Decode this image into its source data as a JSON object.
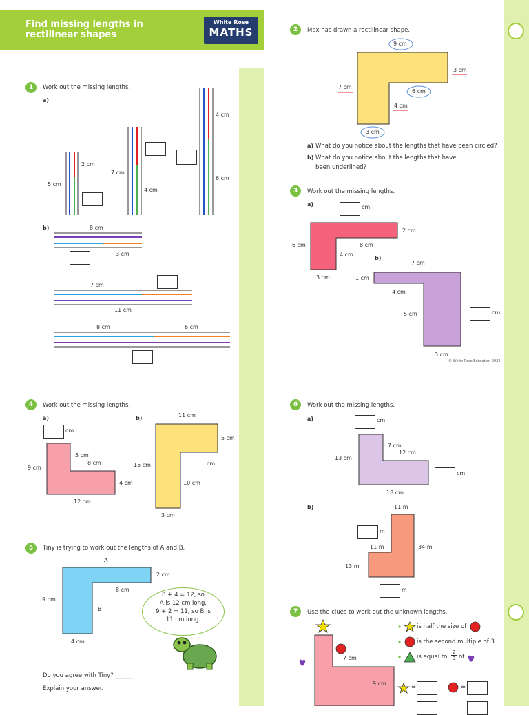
{
  "header": {
    "title_line1": "Find missing lengths in",
    "title_line2": "rectilinear shapes",
    "logo_line1": "White Rose",
    "logo_line2": "MATHS"
  },
  "copyright": "© White Rose Education 2022",
  "colors": {
    "green": "#a3cf3a",
    "strip": "#dff0b1",
    "pink": "#f4637b",
    "yellow": "#fde17a",
    "blue": "#7fd4f5",
    "lilac": "#dcc6e8",
    "purple": "#c8a2d8",
    "salmon": "#f79a7d",
    "lightpink": "#f7a0aa"
  },
  "icons": [
    "check-circle-icon",
    "star-icon",
    "red-circle-icon",
    "green-triangle-icon",
    "purple-heart-icon",
    "tortoise-icon",
    "thought-badge-icon"
  ],
  "q1": {
    "num": "1",
    "text": "Work out the missing lengths.",
    "a": "a)",
    "b": "b)",
    "a_labels": [
      "2 cm",
      "5 cm",
      "7 cm",
      "4 cm",
      "4 cm",
      "6 cm"
    ],
    "b_labels": [
      "8 cm",
      "3 cm",
      "7 cm",
      "11 cm",
      "8 cm",
      "6 cm"
    ]
  },
  "q2": {
    "num": "2",
    "text": "Max has drawn a rectilinear shape.",
    "labels": [
      "9 cm",
      "3 cm",
      "7 cm",
      "6 cm",
      "4 cm",
      "3 cm"
    ],
    "qa_label": "a)",
    "qa": "What do you notice about the lengths that have been circled?",
    "qb_label": "b)",
    "qb1": "What do you notice about the lengths that have",
    "qb2": "been underlined?"
  },
  "q3": {
    "num": "3",
    "text": "Work out the missing lengths.",
    "a": "a)",
    "b": "b)",
    "a_labels": [
      "cm",
      "2 cm",
      "6 cm",
      "8 cm",
      "4 cm",
      "3 cm"
    ],
    "b_labels": [
      "7 cm",
      "1 cm",
      "4 cm",
      "5 cm",
      "cm",
      "3 cm"
    ]
  },
  "q4": {
    "num": "4",
    "text": "Work out the missing lengths.",
    "a": "a)",
    "b": "b)",
    "a_labels": [
      "cm",
      "5 cm",
      "9 cm",
      "8 cm",
      "4 cm",
      "12 cm"
    ],
    "b_labels": [
      "11 cm",
      "5 cm",
      "15 cm",
      "cm",
      "10 cm",
      "3 cm"
    ]
  },
  "q5": {
    "num": "5",
    "text": "Tiny is trying to work out the lengths of A and B.",
    "labels": [
      "A",
      "2 cm",
      "9 cm",
      "8 cm",
      "B",
      "4 cm"
    ],
    "bubble1": "8 + 4 = 12, so",
    "bubble2": "A is 12 cm long.",
    "bubble3": "9 + 2 = 11, so B is",
    "bubble4": "11 cm long.",
    "agree": "Do you agree with Tiny? ______",
    "explain": "Explain your answer."
  },
  "q6": {
    "num": "6",
    "text": "Work out the missing lengths.",
    "a": "a)",
    "b": "b)",
    "a_labels": [
      "cm",
      "7 cm",
      "12 cm",
      "13 cm",
      "cm",
      "18 cm"
    ],
    "b_labels": [
      "11 m",
      "m",
      "11 m",
      "34 m",
      "13 m",
      "m"
    ]
  },
  "q7": {
    "num": "7",
    "text": "Use the clues to work out the unknown lengths.",
    "clue1": "is half the size of",
    "clue2": "is the second multiple of 3",
    "clue3_pre": "is equal to",
    "frac_num": "2",
    "frac_den": "3",
    "clue3_post": "of",
    "labels": [
      "7 cm",
      "9 cm"
    ],
    "eq": "="
  }
}
